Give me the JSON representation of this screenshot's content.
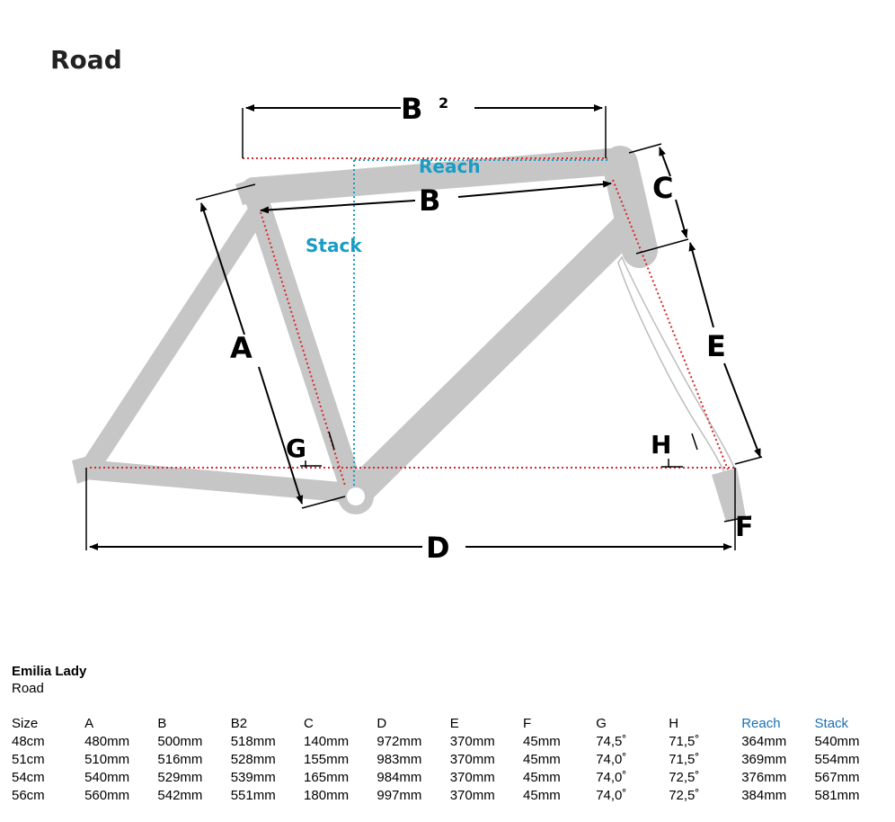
{
  "section_title": "Road",
  "labels": {
    "a": "A",
    "b": "B",
    "b2": "B",
    "b2_sup": "2",
    "c": "C",
    "d": "D",
    "e": "E",
    "f": "F",
    "g": "G",
    "h": "H",
    "reach": "Reach",
    "stack": "Stack"
  },
  "colors": {
    "frame": "#c8c8c8",
    "dotted_red": "#d9262a",
    "dotted_blue": "#1a9cc4",
    "blue_text": "#1a6fb4"
  },
  "model": {
    "name": "Emilia Lady",
    "type": "Road"
  },
  "table": {
    "headers": [
      "Size",
      "A",
      "B",
      "B2",
      "C",
      "D",
      "E",
      "F",
      "G",
      "H",
      "Reach",
      "Stack"
    ],
    "rows": [
      [
        "48cm",
        "480mm",
        "500mm",
        "518mm",
        "140mm",
        "972mm",
        "370mm",
        "45mm",
        "74,5˚",
        "71,5˚",
        "364mm",
        "540mm"
      ],
      [
        "51cm",
        "510mm",
        "516mm",
        "528mm",
        "155mm",
        "983mm",
        "370mm",
        "45mm",
        "74,0˚",
        "71,5˚",
        "369mm",
        "554mm"
      ],
      [
        "54cm",
        "540mm",
        "529mm",
        "539mm",
        "165mm",
        "984mm",
        "370mm",
        "45mm",
        "74,0˚",
        "72,5˚",
        "376mm",
        "567mm"
      ],
      [
        "56cm",
        "560mm",
        "542mm",
        "551mm",
        "180mm",
        "997mm",
        "370mm",
        "45mm",
        "74,0˚",
        "72,5˚",
        "384mm",
        "581mm"
      ]
    ]
  }
}
